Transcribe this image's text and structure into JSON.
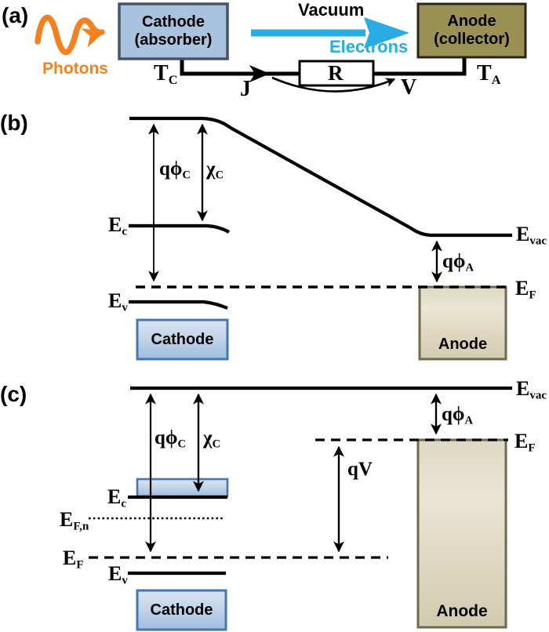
{
  "figure": {
    "description_labels_only": true,
    "colors": {
      "photon_orange": "#F5801E",
      "electron_cyan": "#29ACE3",
      "cathode_blue_fill": "#A9C2DE",
      "cathode_blue_border": "#44546A",
      "band_cathode_fill_light": "#D9E4F2",
      "band_cathode_fill_dark": "#9FBCDF",
      "band_box_blue_border": "#4576AE",
      "anode_olive_fill": "#9C9155",
      "anode_olive_border": "#26261A",
      "band_anode_fill_light": "#EAE5D5",
      "band_anode_fill_dark": "#D3CBAF",
      "band_anode_border": "#6E6A4C",
      "line_black": "#000000"
    }
  },
  "a": {
    "tag": "(a)",
    "photons_label": "Photons",
    "vacuum_label": "Vacuum",
    "electrons_label": "Electrons",
    "cathode_box": {
      "line1": "Cathode",
      "line2": "(absorber)"
    },
    "anode_box": {
      "line1": "Anode",
      "line2": "(collector)"
    },
    "resistor_label": "R",
    "t_cathode": {
      "main": "T",
      "sub": "C"
    },
    "t_anode": {
      "main": "T",
      "sub": "A"
    },
    "current_label": "J",
    "voltage_label": "V"
  },
  "b": {
    "tag": "(b)",
    "q_phi_c": {
      "main": "qϕ",
      "sub": "C"
    },
    "chi_c": {
      "main": "χ",
      "sub": "C"
    },
    "q_phi_a": {
      "main": "qϕ",
      "sub": "A"
    },
    "e_c": {
      "main": "E",
      "sub": "c"
    },
    "e_v": {
      "main": "E",
      "sub": "v"
    },
    "e_vac": {
      "main": "E",
      "sub": "vac"
    },
    "e_f": {
      "main": "E",
      "sub": "F"
    },
    "cathode_label": "Cathode",
    "anode_label": "Anode"
  },
  "c": {
    "tag": "(c)",
    "q_phi_c": {
      "main": "qϕ",
      "sub": "C"
    },
    "chi_c": {
      "main": "χ",
      "sub": "C"
    },
    "q_phi_a": {
      "main": "qϕ",
      "sub": "A"
    },
    "qv_label": "qV",
    "e_c": {
      "main": "E",
      "sub": "c"
    },
    "e_v": {
      "main": "E",
      "sub": "v"
    },
    "e_vac": {
      "main": "E",
      "sub": "vac"
    },
    "e_f_left": {
      "main": "E",
      "sub": "F"
    },
    "e_f_right": {
      "main": "E",
      "sub": "F"
    },
    "e_f_n": {
      "main": "E",
      "sub": "F,n"
    },
    "cathode_label": "Cathode",
    "anode_label": "Anode"
  }
}
